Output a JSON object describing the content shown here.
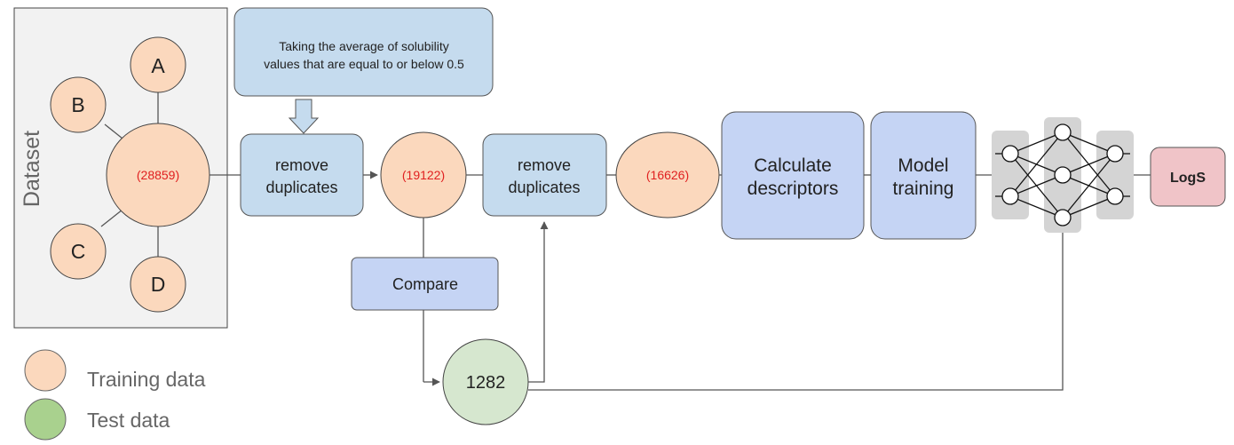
{
  "dataset": {
    "label": "Dataset",
    "center_count": "28859",
    "sources": [
      "A",
      "B",
      "C",
      "D"
    ]
  },
  "note": {
    "line1": "Taking the average of solubility",
    "line2": "values that are equal to or below 0.5"
  },
  "step1": {
    "line1": "remove",
    "line2": "duplicates"
  },
  "count1": "19122",
  "compare": "Compare",
  "step2": {
    "line1": "remove",
    "line2": "duplicates"
  },
  "count2": "16626",
  "calc": {
    "line1": "Calculate",
    "line2": "descriptors"
  },
  "model": {
    "line1": "Model",
    "line2": "training"
  },
  "test_count": "1282",
  "output": "LogS",
  "legend": {
    "training": "Training data",
    "test": "Test data"
  },
  "colors": {
    "training_fill": "#fbd8bd",
    "test_fill": "#d6e7cf",
    "step_fill": "#c5dbee",
    "step_dark_fill": "#c5d4f4",
    "output_fill": "#f0c4c8",
    "count_text": "#e02020"
  }
}
